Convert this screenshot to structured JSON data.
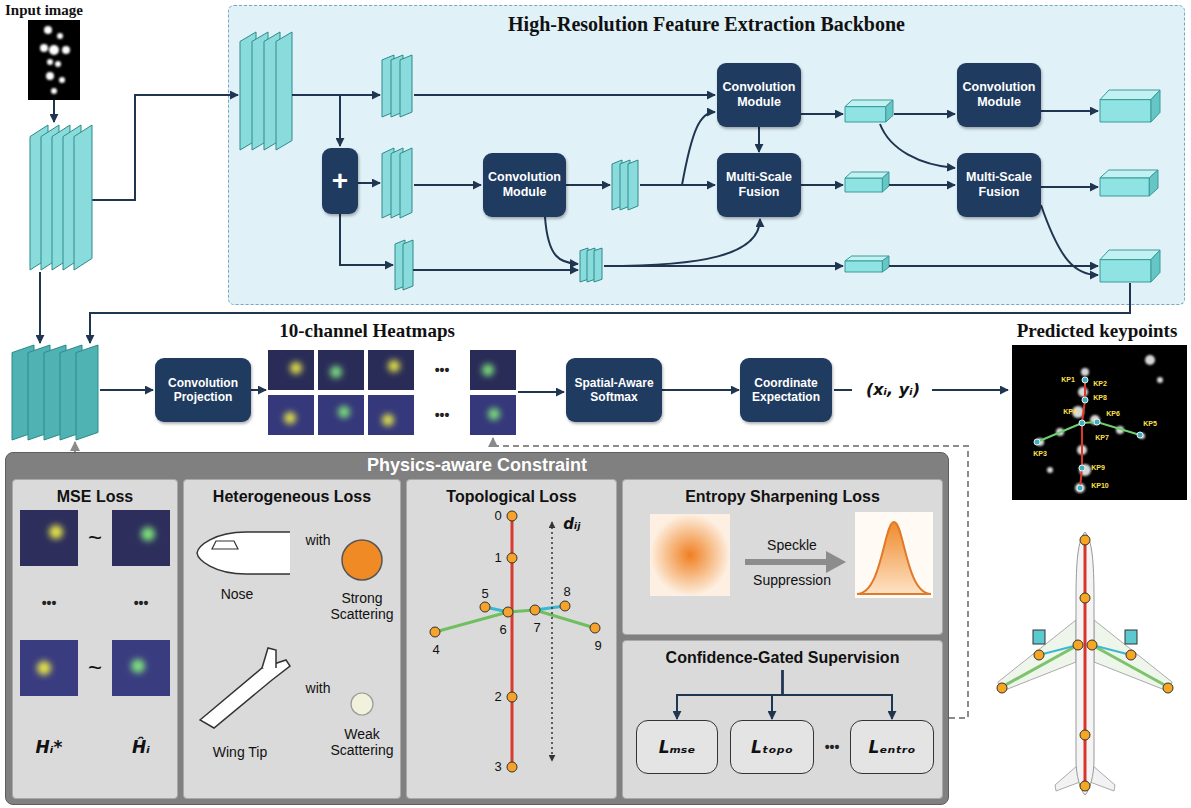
{
  "diagram": {
    "nodes": [
      {
        "text": [
          "High-Resolution Feature Extraction Backbone"
        ]
      },
      {
        "text": [
          "+"
        ],
        "in": 0
      },
      {
        "text": [
          "Convolution Module"
        ],
        "in": 0
      },
      {
        "text": [
          "Convolution Module"
        ],
        "in": 0
      },
      {
        "text": [
          "Multi-Scale Fusion"
        ],
        "in": 0
      },
      {
        "text": [
          "Convolution Module"
        ],
        "in": 0
      },
      {
        "text": [
          "Multi-Scale Fusion"
        ],
        "in": 0
      },
      {
        "text": [
          "Convolution Projection"
        ]
      },
      {
        "text": [
          "Spatial-Aware Softmax"
        ]
      },
      {
        "text": [
          "Coordinate Expectation"
        ]
      },
      {
        "text": [
          "Physics-aware Constraint"
        ]
      },
      {
        "text": [
          "MSE Loss"
        ],
        "in": 10
      },
      {
        "text": [
          "Heterogeneous Loss"
        ],
        "in": 10
      },
      {
        "text": [
          "Topological Loss"
        ],
        "in": 10
      },
      {
        "text": [
          "Entropy Sharpening Loss"
        ],
        "in": 10
      },
      {
        "text": [
          "Confidence-Gated Supervision"
        ],
        "in": 10
      },
      {
        "text": [
          "Lₘₛₑ"
        ],
        "in": 15
      },
      {
        "text": [
          "Lₜₒₚₒ"
        ],
        "in": 15
      },
      {
        "text": [
          "Lₑₙₜᵣₒ"
        ],
        "in": 15
      }
    ],
    "edges": [
      {
        "from": 2,
        "to": 4,
        "arrow": "to"
      },
      {
        "from": 8,
        "to": 9,
        "arrow": "to"
      },
      {
        "from": 15,
        "to": 16,
        "arrow": "to"
      },
      {
        "from": 15,
        "to": 17,
        "arrow": "to"
      },
      {
        "from": 15,
        "to": 18,
        "arrow": "to"
      }
    ],
    "labels": [
      "Input image",
      "10-channel Heatmaps",
      "Predicted keypoints",
      "(xᵢ, yᵢ)",
      "•••",
      "•••",
      "KP1",
      "KP2",
      "KP3",
      "KP4",
      "KP5",
      "KP6",
      "KP7",
      "KP8",
      "KP9",
      "KP10",
      "~",
      "•••",
      "•••",
      "~",
      "Hᵢ*",
      "Ĥᵢ",
      "Nose",
      "with",
      "Strong Scattering",
      "Wing Tip",
      "with",
      "Weak Scattering",
      "0",
      "1",
      "2",
      "3",
      "4",
      "5",
      "6",
      "7",
      "8",
      "9",
      "dᵢⱼ",
      "Speckle",
      "Suppression",
      "•••"
    ]
  }
}
